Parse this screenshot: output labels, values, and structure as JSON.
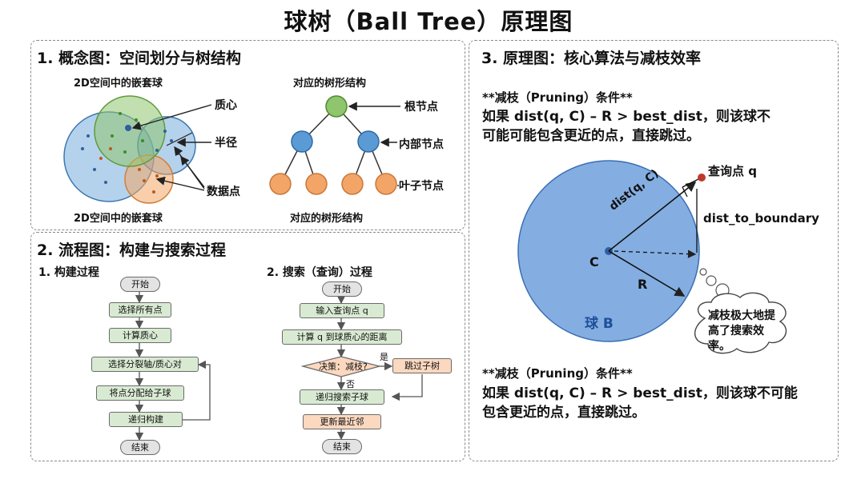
{
  "title": "球树（Ball Tree）原理图",
  "panel1": {
    "heading": "1. 概念图：空间划分与树结构",
    "left_caption_top": "2D空间中的嵌套球",
    "left_caption_bottom": "2D空间中的嵌套球",
    "right_caption_top": "对应的树形结构",
    "right_caption_bottom": "对应的树形结构",
    "label_centroid": "质心",
    "label_radius": "半径",
    "label_datapoints": "数据点",
    "label_root": "根节点",
    "label_internal": "内部节点",
    "label_leaf": "叶子节点",
    "colors": {
      "green": "#8fc56d",
      "blue": "#5b9bd5",
      "orange": "#f2a566"
    }
  },
  "panel2": {
    "heading": "2. 流程图：构建与搜索过程",
    "build": {
      "heading": "1. 构建过程",
      "start": "开始",
      "steps": [
        "选择所有点",
        "计算质心",
        "选择分裂轴/质心对",
        "将点分配给子球",
        "递归构建"
      ],
      "end": "结束"
    },
    "search": {
      "heading": "2. 搜索（查询）过程",
      "start": "开始",
      "step1": "输入查询点 q",
      "step2": "计算 q 到球质心的距离",
      "decision": "决策：减枝?",
      "yes": "是",
      "no": "否",
      "skip": "跳过子树",
      "step3": "递归搜索子球",
      "step4": "更新最近邻",
      "end": "结束"
    }
  },
  "panel3": {
    "heading": "3. 原理图：核心算法与减枝效率",
    "cond_top_title": "**减枝（Pruning）条件**",
    "cond_top_line1": "如果 dist(q, C) – R > best_dist，则该球不",
    "cond_top_line2": "可能可能包含更近的点，直接跳过。",
    "query_label": "查询点 q",
    "dist_label": "dist(q, C)",
    "boundary_label": "dist_to_boundary",
    "center_label": "C",
    "radius_label": "R",
    "ball_label": "球 B",
    "thought": "减枝极大地提高了搜索效率。",
    "cond_bottom_title": "**减枝（Pruning）条件**",
    "cond_bottom_line1": "如果 dist(q, C) – R > best_dist，则该球不可能",
    "cond_bottom_line2": "包含更近的点，直接跳过。",
    "colors": {
      "ball": "#6fa0dc",
      "query": "#c0392b"
    }
  }
}
